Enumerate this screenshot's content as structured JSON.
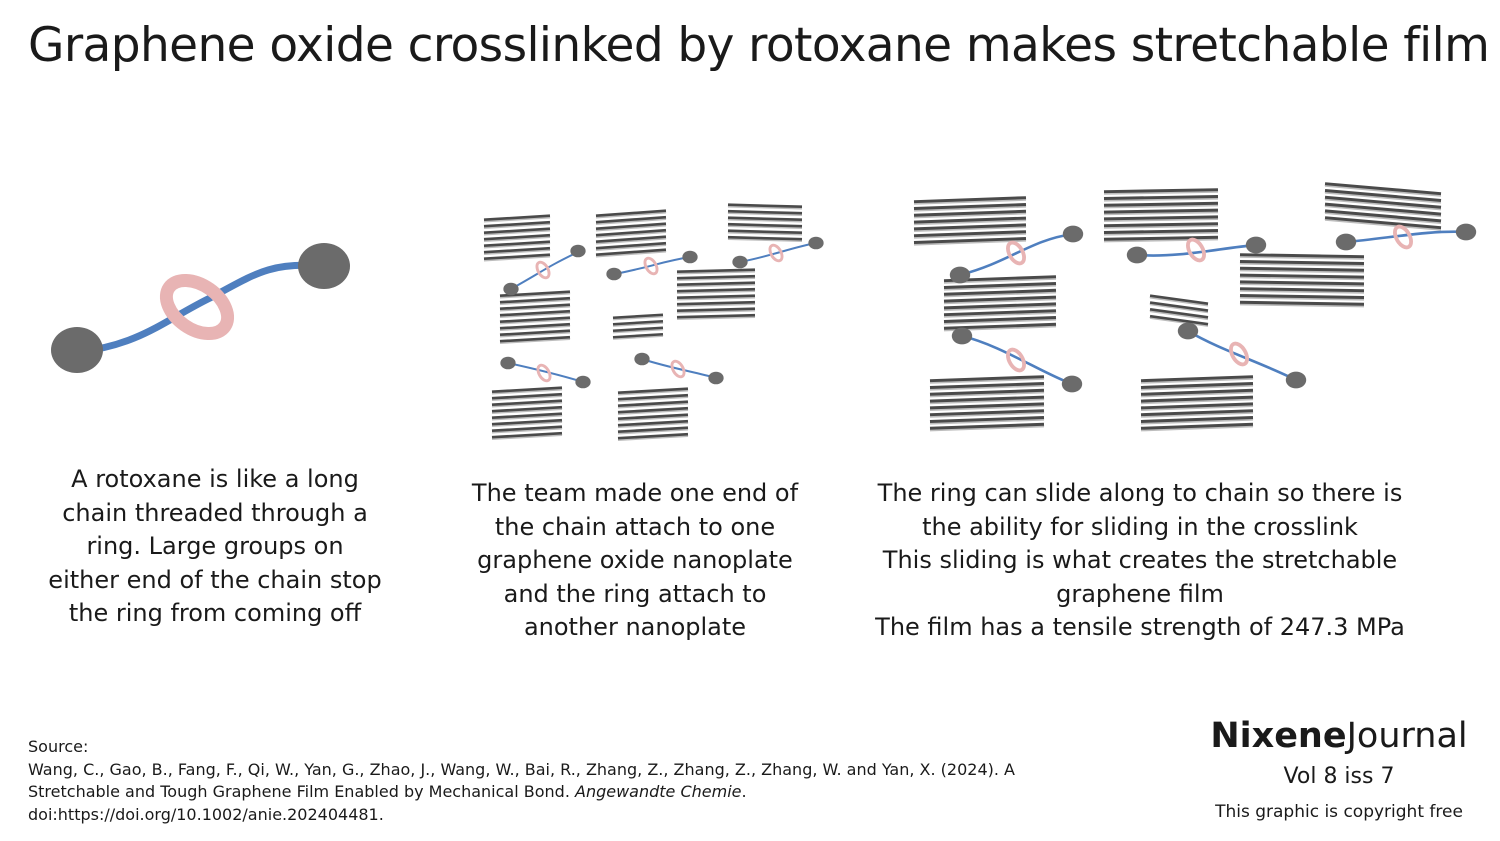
{
  "title": "Graphene oxide crosslinked by rotoxane makes stretchable film",
  "captions": {
    "rotaxane": [
      "A rotoxane  is like a long",
      "chain threaded through a",
      "ring.  Large groups on",
      "either end of the chain stop",
      "the ring from coming off"
    ],
    "attachment": [
      "The team made one end of",
      "the chain attach to one",
      "graphene oxide nanoplate",
      "and the ring attach to",
      "another nanoplate"
    ],
    "sliding": [
      "The ring can slide along to chain so there is",
      "the ability for sliding in the crosslink",
      "This sliding is what creates the stretchable",
      "graphene film",
      "The film has a tensile strength of 247.3 MPa"
    ]
  },
  "source": {
    "heading": "Source:",
    "authors_line": "Wang, C., Gao, B., Fang, F., Qi, W., Yan, G., Zhao, J., Wang, W., Bai, R., Zhang, Z., Zhang, Z., Zhang, W. and Yan, X. (2024). A",
    "title_line": "Stretchable and Tough Graphene Film Enabled by Mechanical Bond. ",
    "journal": "Angewandte Chemie",
    "journal_end": ".",
    "doi": "doi:https://doi.org/10.1002/anie.202404481."
  },
  "brand": {
    "name_bold": "Nixene",
    "name_light": "Journal",
    "volume": "Vol 8  iss 7",
    "copyright": "This graphic is copyright free"
  },
  "colors": {
    "chain": "#4f7fbf",
    "ring": "#e8b4b4",
    "stopper": "#6b6b6b",
    "sheet_dark": "#4a4a4a",
    "sheet_light": "#bdbdbd"
  }
}
